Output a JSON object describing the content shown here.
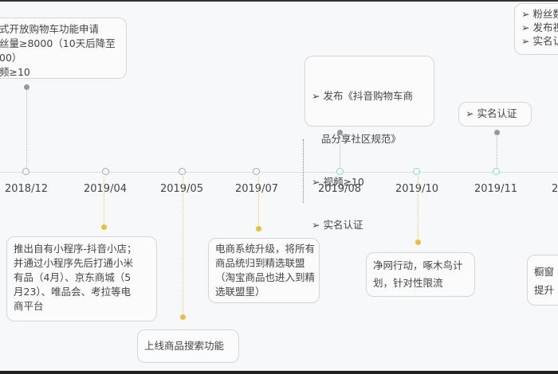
{
  "timeline": [
    {
      "date": "2018/12"
    },
    {
      "date": "2019/04"
    },
    {
      "date": "2019/05"
    },
    {
      "date": "2019/07"
    },
    {
      "date": "2019/08"
    },
    {
      "date": "2019/10"
    },
    {
      "date": "2019/11"
    },
    {
      "date": "2"
    }
  ],
  "top_boxes": [
    {
      "lines": [
        "式开放购物车功能申请",
        "丝量≥8000（10天后降至",
        "00）",
        "频≥10"
      ]
    },
    {
      "lines": [
        "➢ 发布《抖音购物车商",
        "   品分享社区规范》",
        "➢ 视频≥10",
        "➢ 实名认证"
      ]
    },
    {
      "lines": [
        "➢ 实名认证"
      ]
    },
    {
      "lines": [
        "➢ 粉丝数",
        "➢ 发布视",
        "➢ 实名认"
      ]
    }
  ],
  "bottom_boxes": [
    {
      "lines": [
        "推出自有小程序-抖音小店；",
        "并通过小程序先后打通小米",
        "有品（4月）、京东商城（5",
        "月23）、唯品会、考拉等电",
        "商平台"
      ]
    },
    {
      "lines": [
        "上线商品搜索功能"
      ]
    },
    {
      "lines": [
        "电商系统升级，将所有",
        "商品统归到精选联盟",
        "（淘宝商品也进入到精",
        "选联盟里）"
      ]
    },
    {
      "lines": [
        "净网行动，啄木鸟计",
        "划，针对性限流"
      ]
    },
    {
      "lines": [
        "橱窗",
        "提升"
      ]
    }
  ],
  "colors": {
    "node_gray": "#aaaaaa",
    "node_teal": "#8ad8d8",
    "dot_yellow": "#e8c040",
    "dot_gray": "#999999"
  }
}
